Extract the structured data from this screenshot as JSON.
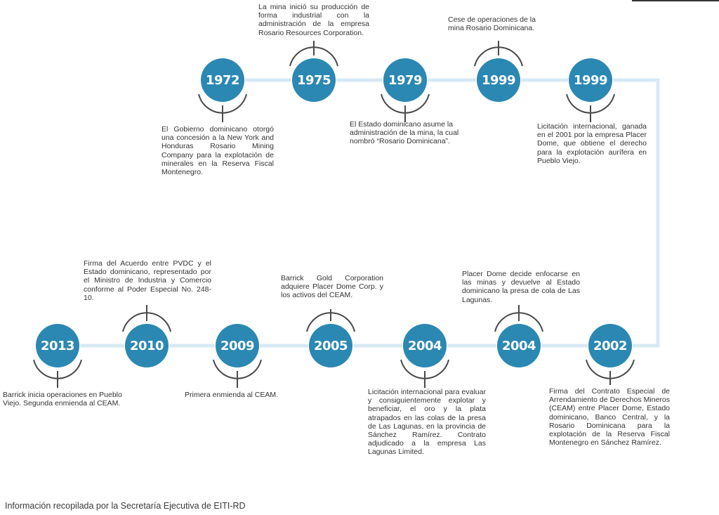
{
  "colors": {
    "node": "#2b88b3",
    "connector": "#d7e9f5",
    "arc": "#4a4a4a",
    "text": "#333333"
  },
  "events": [
    {
      "year": "1972",
      "text": "El Gobierno dominicano otorgó una concesión a la New York and Honduras Rosario Mining Company para la explotación de minerales en la Reserva Fiscal Montenegro."
    },
    {
      "year": "1975",
      "text": "La mina inició su producción de forma industrial con la administración de la empresa Rosario Resources Corporation."
    },
    {
      "year": "1979",
      "text": "El Estado dominicano asume la administración de la mina, la cual nombró “Rosario Dominicana”."
    },
    {
      "year": "1999",
      "text": "Cese de operaciones de la mina Rosario Dominicana."
    },
    {
      "year": "1999",
      "text": "Licitación internacional, ganada en el 2001 por la empresa Placer Dome, que obtiene el derecho para la explotación aurífera en Pueblo Viejo."
    },
    {
      "year": "2002",
      "text": "Firma del Contrato Especial de Arrendamiento de Derechos Mineros (CEAM) entre Placer Dome, Estado dominicano, Banco Central, y la Rosario Dominicana para la explotación de la Reserva Fiscal Montenegro en Sánchez Ramírez."
    },
    {
      "year": "2004",
      "text": "Placer Dome decide enfocarse en las minas y devuelve al Estado dominicano la presa de cola de Las Lagunas."
    },
    {
      "year": "2004",
      "text": "Licitación internacional para evaluar y consiguientemente explotar y beneficiar, el oro y la plata atrapados en las colas de la presa de Las Lagunas, en la provincia de Sánchez Ramírez. Contrato adjudicado a la empresa Las Lagunas Limited."
    },
    {
      "year": "2005",
      "text": "Barrick Gold Corporation adquiere Placer Dome Corp. y los activos del CEAM."
    },
    {
      "year": "2009",
      "text": "Primera enmienda al CEAM."
    },
    {
      "year": "2010",
      "text": "Firma del Acuerdo entre PVDC y el Estado dominicano, representado por el Ministro de Industria y Comercio conforme al Poder Especial No. 248-10."
    },
    {
      "year": "2013",
      "text": "Barrick inicia operaciones en Pueblo Viejo. Segunda enmienda al CEAM."
    }
  ],
  "footer": "Información recopilada por la Secretaría Ejecutiva de EITI-RD"
}
